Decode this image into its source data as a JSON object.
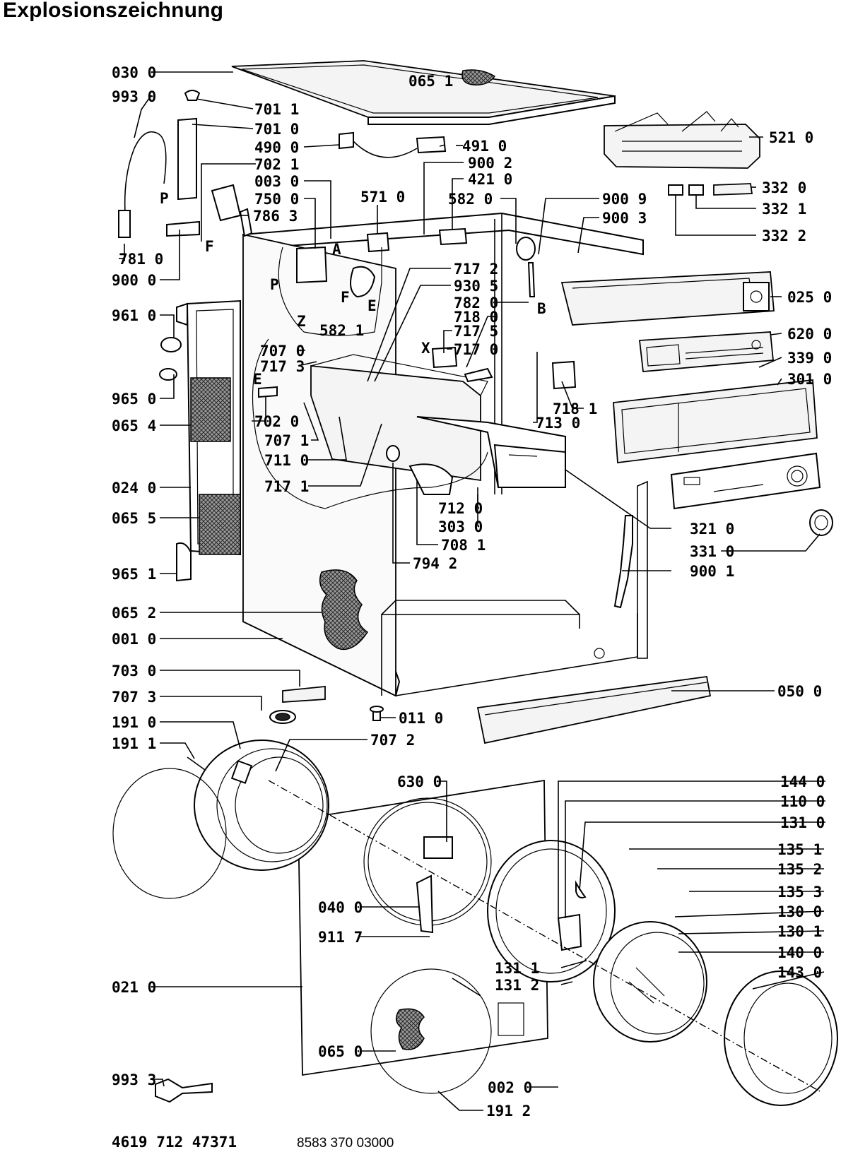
{
  "title": "Explosionszeichnung",
  "footer": {
    "doc_number": "4619 712 47371",
    "code_number": "8583 370 03000"
  },
  "labels": {
    "030_0": "030 0",
    "993_0": "993 0",
    "701_1": "701 1",
    "701_0": "701 0",
    "490_0": "490 0",
    "702_1": "702 1",
    "003_0": "003 0",
    "750_0": "750 0",
    "786_3": "786 3",
    "781_0": "781 0",
    "900_0": "900 0",
    "961_0": "961 0",
    "965_0": "965 0",
    "065_4": "065 4",
    "024_0": "024 0",
    "065_5": "065 5",
    "965_1": "965 1",
    "065_2": "065 2",
    "001_0": "001 0",
    "703_0": "703 0",
    "707_3b": "707 3",
    "191_0": "191 0",
    "191_1": "191 1",
    "065_1": "065 1",
    "491_0": "491 0",
    "900_2": "900 2",
    "421_0": "421 0",
    "571_0": "571 0",
    "582_0": "582 0",
    "900_9": "900 9",
    "900_3": "900 3",
    "521_0": "521 0",
    "332_0": "332 0",
    "332_1": "332 1",
    "332_2": "332 2",
    "025_0": "025 0",
    "620_0": "620 0",
    "339_0": "339 0",
    "301_0": "301 0",
    "717_2": "717 2",
    "930_5": "930 5",
    "782_0": "782 0",
    "718_0": "718 0",
    "717_5": "717 5",
    "717_0": "717 0",
    "718_1": "718 1",
    "713_0": "713 0",
    "707_0": "707 0",
    "717_3": "717 3",
    "702_0": "702 0",
    "707_1": "707 1",
    "711_0": "711 0",
    "717_1": "717 1",
    "582_1": "582 1",
    "712_0": "712 0",
    "303_0": "303 0",
    "708_1": "708 1",
    "794_2": "794 2",
    "321_0": "321 0",
    "331_0": "331 0",
    "900_1": "900 1",
    "050_0": "050 0",
    "011_0": "011 0",
    "707_2": "707 2",
    "630_0": "630 0",
    "144_0": "144 0",
    "110_0": "110 0",
    "131_0": "131 0",
    "135_1": "135 1",
    "135_2": "135 2",
    "135_3": "135 3",
    "130_0": "130 0",
    "130_1": "130 1",
    "140_0": "140 0",
    "143_0": "143 0",
    "040_0": "040 0",
    "911_7": "911 7",
    "131_1": "131 1",
    "131_2": "131 2",
    "021_0": "021 0",
    "065_0": "065 0",
    "993_3": "993 3",
    "002_0": "002 0",
    "191_2": "191 2"
  },
  "markers": {
    "A": "A",
    "P1": "P",
    "P2": "P",
    "F1": "F",
    "F2": "F",
    "E1": "E",
    "E2": "E",
    "Z": "Z",
    "B": "B",
    "X": "X"
  }
}
